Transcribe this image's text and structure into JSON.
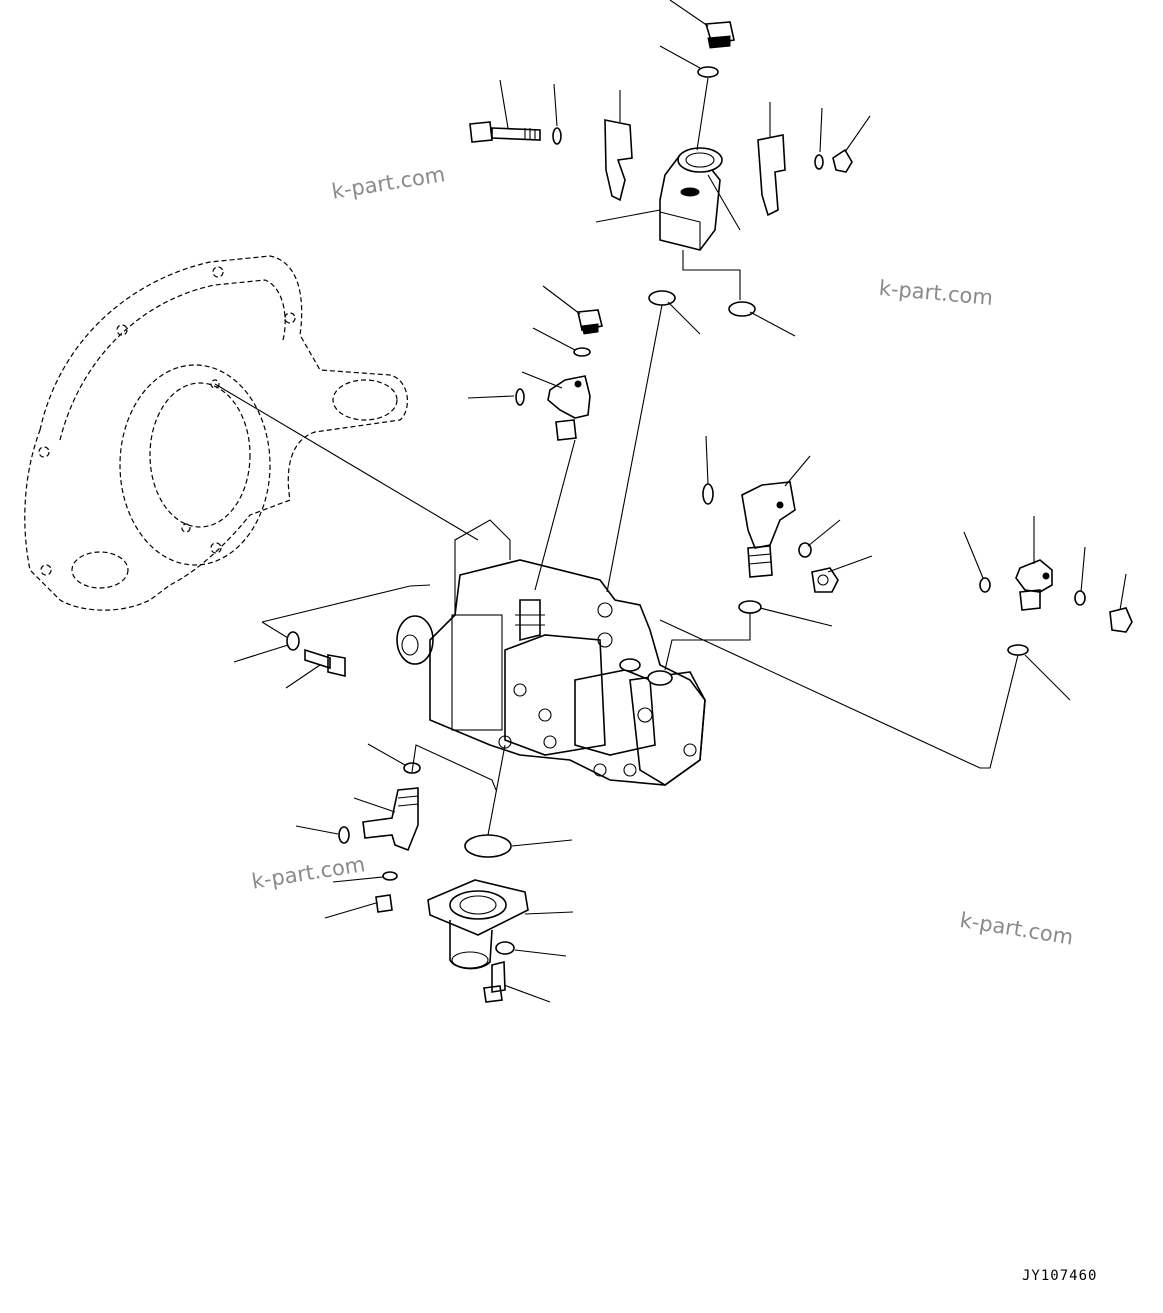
{
  "drawing": {
    "reference_code": "JY107460",
    "watermarks": [
      "k-part.com",
      "k-part.com",
      "k-part.com",
      "k-part.com"
    ]
  }
}
